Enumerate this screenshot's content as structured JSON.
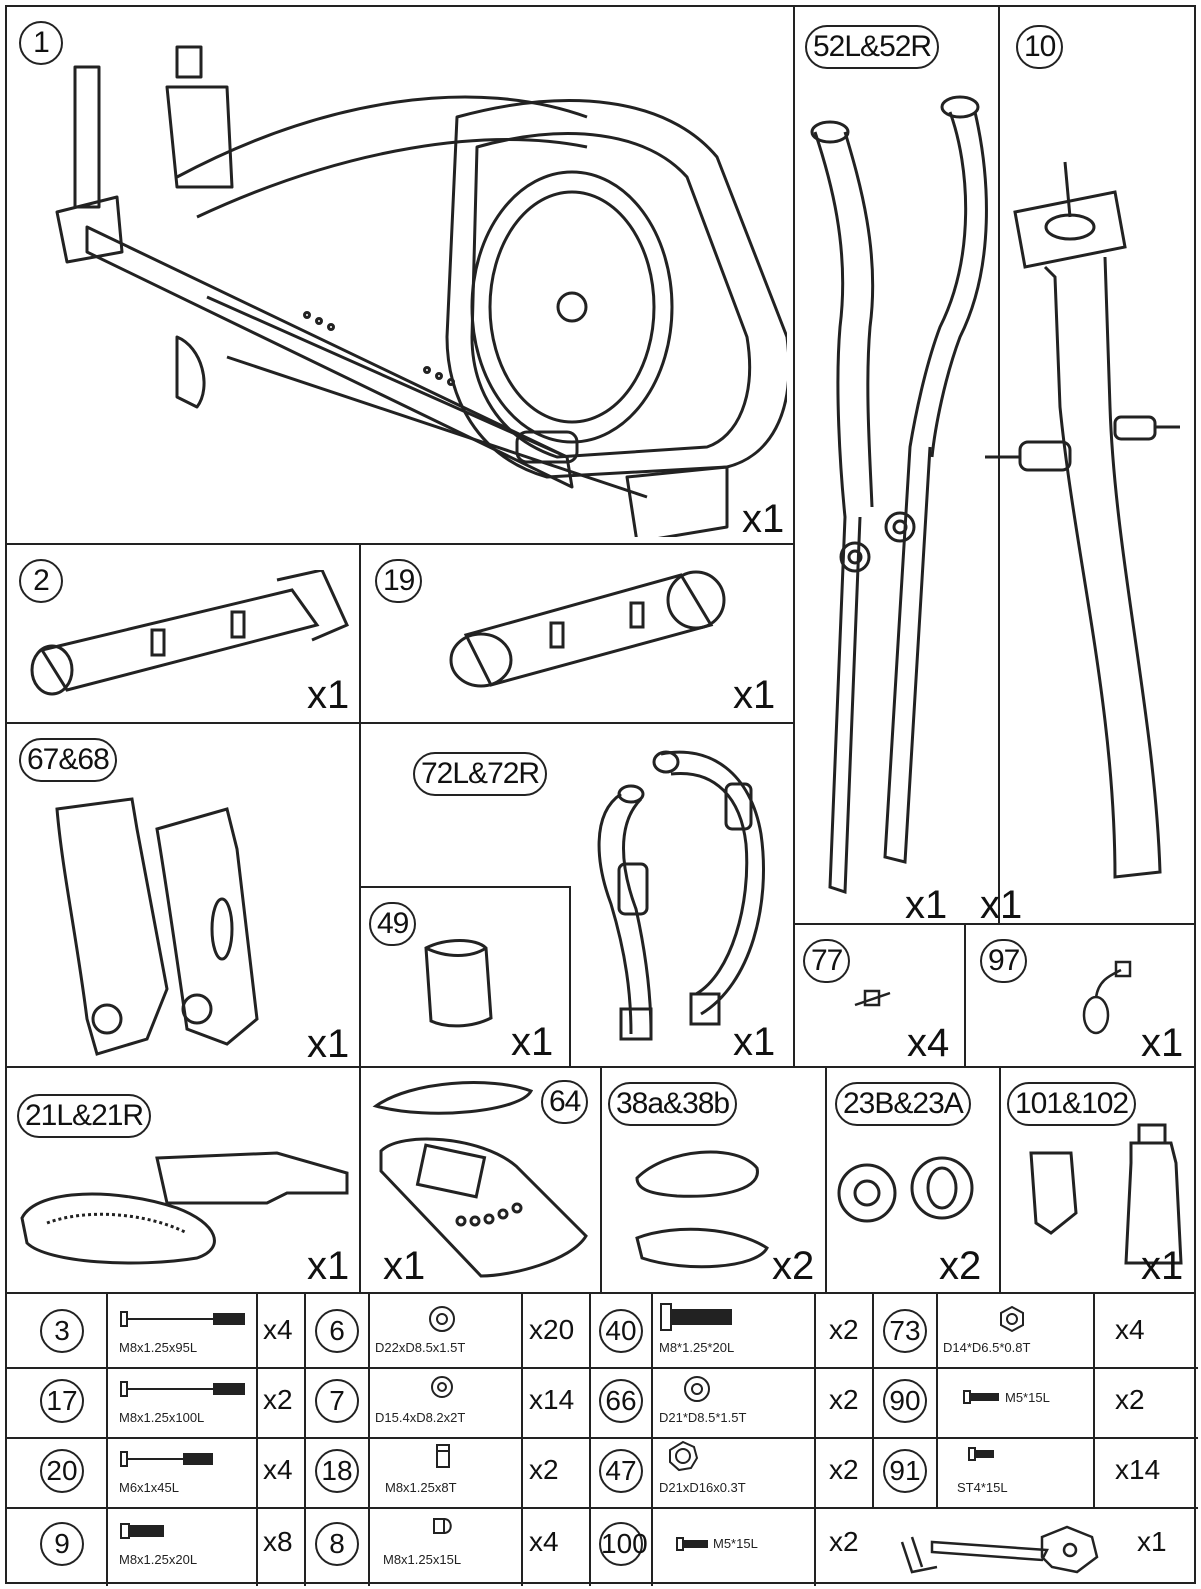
{
  "parts": [
    {
      "id": "p1",
      "label": "1",
      "qty": "x1"
    },
    {
      "id": "p52",
      "label": "52L&52R",
      "qty": "x1"
    },
    {
      "id": "p10",
      "label": "10",
      "qty": "x1"
    },
    {
      "id": "p2",
      "label": "2",
      "qty": "x1"
    },
    {
      "id": "p19",
      "label": "19",
      "qty": "x1"
    },
    {
      "id": "p67",
      "label": "67&68",
      "qty": "x1"
    },
    {
      "id": "p72",
      "label": "72L&72R",
      "qty": "x1"
    },
    {
      "id": "p49",
      "label": "49",
      "qty": "x1"
    },
    {
      "id": "p77",
      "label": "77",
      "qty": "x4"
    },
    {
      "id": "p97",
      "label": "97",
      "qty": "x1"
    },
    {
      "id": "p21",
      "label": "21L&21R",
      "qty": "x1"
    },
    {
      "id": "p64",
      "label": "64",
      "qty": "x1"
    },
    {
      "id": "p38",
      "label": "38a&38b",
      "qty": "x2"
    },
    {
      "id": "p23",
      "label": "23B&23A",
      "qty": "x2"
    },
    {
      "id": "p101",
      "label": "101&102",
      "qty": "x1"
    }
  ],
  "hardware": [
    {
      "num": "3",
      "spec": "M8x1.25x95L",
      "qty": "x4"
    },
    {
      "num": "6",
      "spec": "D22xD8.5x1.5T",
      "qty": "x20"
    },
    {
      "num": "40",
      "spec": "M8*1.25*20L",
      "qty": "x2"
    },
    {
      "num": "73",
      "spec": "D14*D6.5*0.8T",
      "qty": "x4"
    },
    {
      "num": "17",
      "spec": "M8x1.25x100L",
      "qty": "x2"
    },
    {
      "num": "7",
      "spec": "D15.4xD8.2x2T",
      "qty": "x14"
    },
    {
      "num": "66",
      "spec": "D21*D8.5*1.5T",
      "qty": "x2"
    },
    {
      "num": "90",
      "spec": "M5*15L",
      "qty": "x2"
    },
    {
      "num": "20",
      "spec": "M6x1x45L",
      "qty": "x4"
    },
    {
      "num": "18",
      "spec": "M8x1.25x8T",
      "qty": "x2"
    },
    {
      "num": "47",
      "spec": "D21xD16x0.3T",
      "qty": "x2"
    },
    {
      "num": "91",
      "spec": "ST4*15L",
      "qty": "x14"
    },
    {
      "num": "9",
      "spec": "M8x1.25x20L",
      "qty": "x8"
    },
    {
      "num": "8",
      "spec": "M8x1.25x15L",
      "qty": "x4"
    },
    {
      "num": "100",
      "spec": "M5*15L",
      "qty": "x2"
    }
  ],
  "tool": {
    "qty": "x1"
  }
}
